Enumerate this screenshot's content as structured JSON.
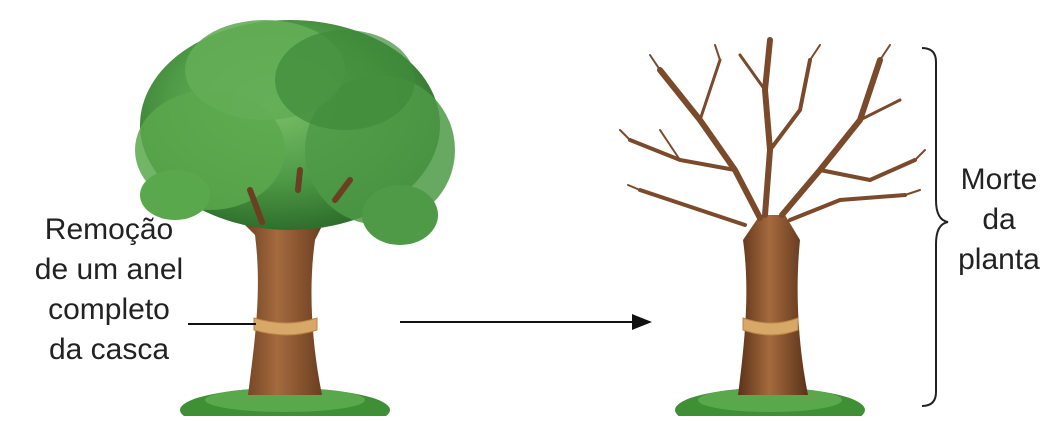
{
  "left_label": {
    "lines": [
      "Remoção",
      "de um anel",
      "completo",
      "da casca"
    ]
  },
  "right_label": {
    "lines": [
      "Morte",
      "da",
      "planta"
    ]
  },
  "colors": {
    "foliage": "#4e9a46",
    "foliage_dark": "#2f6f2c",
    "trunk": "#7a4a2a",
    "trunk_light": "#a56a3e",
    "ring": "#d8a868",
    "grass": "#3f8f35",
    "line": "#111111"
  },
  "icons": [
    "healthy-tree",
    "dead-tree",
    "arrow-right",
    "right-brace"
  ]
}
